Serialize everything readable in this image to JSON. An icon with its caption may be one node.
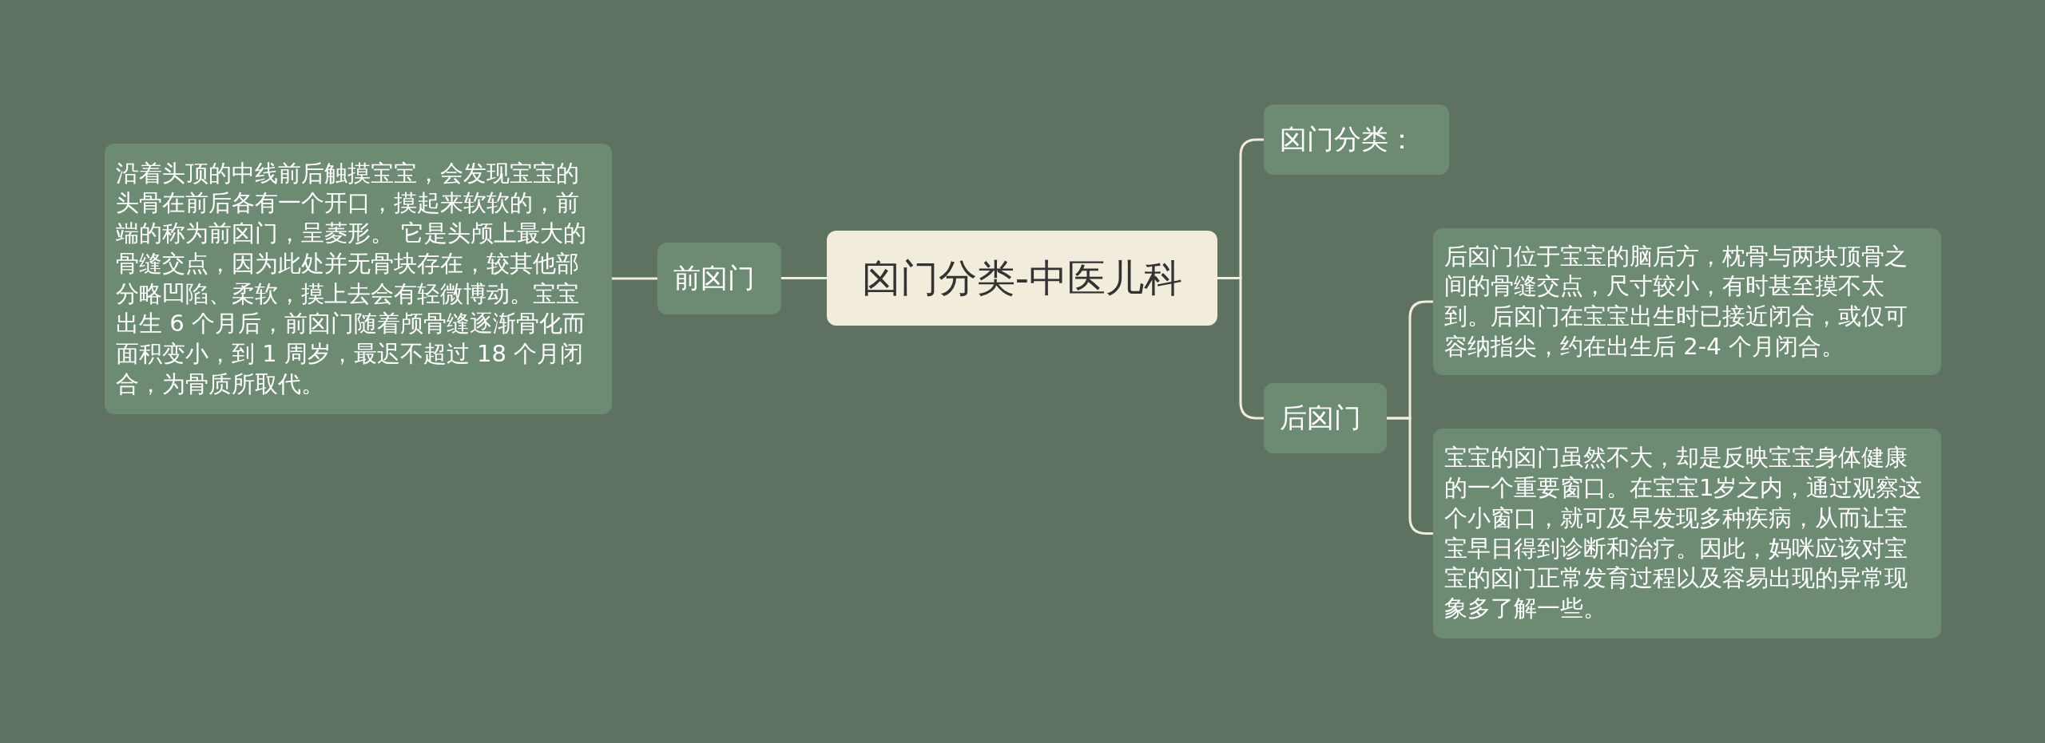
{
  "diagram": {
    "nodes": [
      {
        "text": [
          "囟门分类-中医儿科"
        ]
      },
      {
        "text": [
          "前囟门"
        ]
      },
      {
        "text": [
          "沿着头顶的中线前后触摸宝宝，会发现宝宝的头骨在前后各有一个开口，摸起来软软的，前端的称为前囟门，呈菱形。 它是头颅上最大的骨缝交点，因为此处并无骨块存在，较其他部分略凹陷、柔软，摸上去会有轻微博动。宝宝出生 6 个月后，前囟门随着颅骨缝逐渐骨化而面积变小，到 1 周岁，最迟不超过 18 个月闭合，为骨质所取代。"
        ]
      },
      {
        "text": [
          "囟门分类："
        ]
      },
      {
        "text": [
          "后囟门"
        ]
      },
      {
        "text": [
          "后囟门位于宝宝的脑后方，枕骨与两块顶骨之间的骨缝交点，尺寸较小，有时甚至摸不太到。后囟门在宝宝出生时已接近闭合，或仅可容纳指尖，约在出生后 2-4 个月闭合。"
        ]
      },
      {
        "text": [
          "宝宝的囟门虽然不大，却是反映宝宝身体健康的一个重要窗口。在宝宝1岁之内，通过观察这个小窗口，就可及早发现多种疾病，从而让宝宝早日得到诊断和治疗。因此，妈咪应该对宝宝的囟门正常发育过程以及容易出现的异常现象多了解一些。"
        ]
      }
    ],
    "edges": [
      {
        "from": 0,
        "to": 1,
        "arrow": "none"
      },
      {
        "from": 1,
        "to": 2,
        "arrow": "none"
      },
      {
        "from": 0,
        "to": 3,
        "arrow": "none"
      },
      {
        "from": 0,
        "to": 4,
        "arrow": "none"
      },
      {
        "from": 4,
        "to": 5,
        "arrow": "none"
      },
      {
        "from": 4,
        "to": 6,
        "arrow": "none"
      }
    ]
  }
}
